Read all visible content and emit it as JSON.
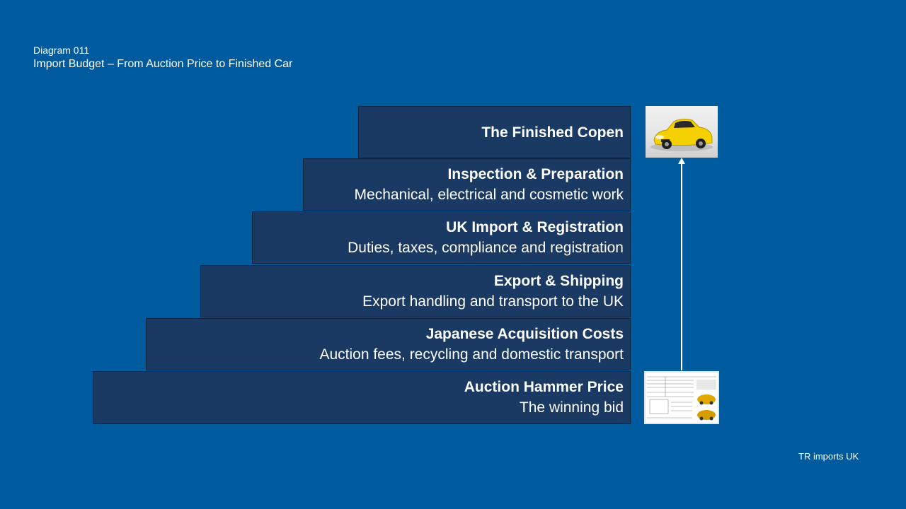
{
  "header": {
    "diagram_id": "Diagram 011",
    "title": "Import Budget – From Auction Price to Finished Car"
  },
  "steps": [
    {
      "title": "The Finished Copen"
    },
    {
      "title": "Inspection & Preparation",
      "subtitle": "Mechanical, electrical and cosmetic work"
    },
    {
      "title": "UK Import & Registration",
      "subtitle": "Duties, taxes, compliance and registration"
    },
    {
      "title": "Export & Shipping",
      "subtitle": "Export handling and transport to the UK"
    },
    {
      "title": "Japanese Acquisition Costs",
      "subtitle": "Auction fees, recycling and domestic transport"
    },
    {
      "title": "Auction Hammer Price",
      "subtitle": "The winning bid"
    }
  ],
  "footer": {
    "brand": "TR imports UK"
  },
  "colors": {
    "background": "#005a9e",
    "step_fill": "#1a3a63",
    "car_body": "#f5d000"
  }
}
